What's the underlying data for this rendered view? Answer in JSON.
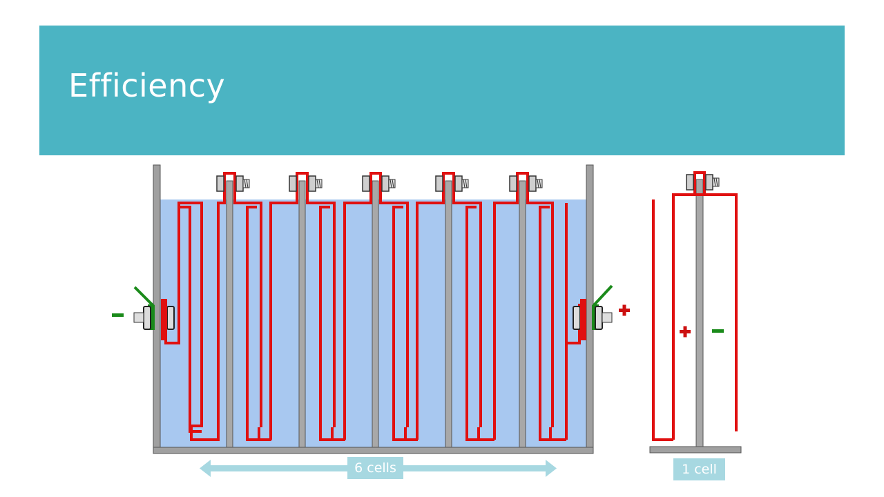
{
  "slide": {
    "title": "Efficiency",
    "battery_label": "6 cells",
    "cell_label": "1 cell"
  },
  "diagram": {
    "terminal_left_sign": "minus",
    "terminal_right_sign": "plus",
    "cell_plus_sign": "plus",
    "cell_minus_sign": "minus",
    "colors": {
      "title_bar": "#4bb4c3",
      "electrolyte": "#a8c8f0",
      "plate": "#e01010",
      "separator": "#a0a0a0",
      "terminal_green": "#1a8a1a",
      "arrow": "#a7d8e1"
    }
  }
}
